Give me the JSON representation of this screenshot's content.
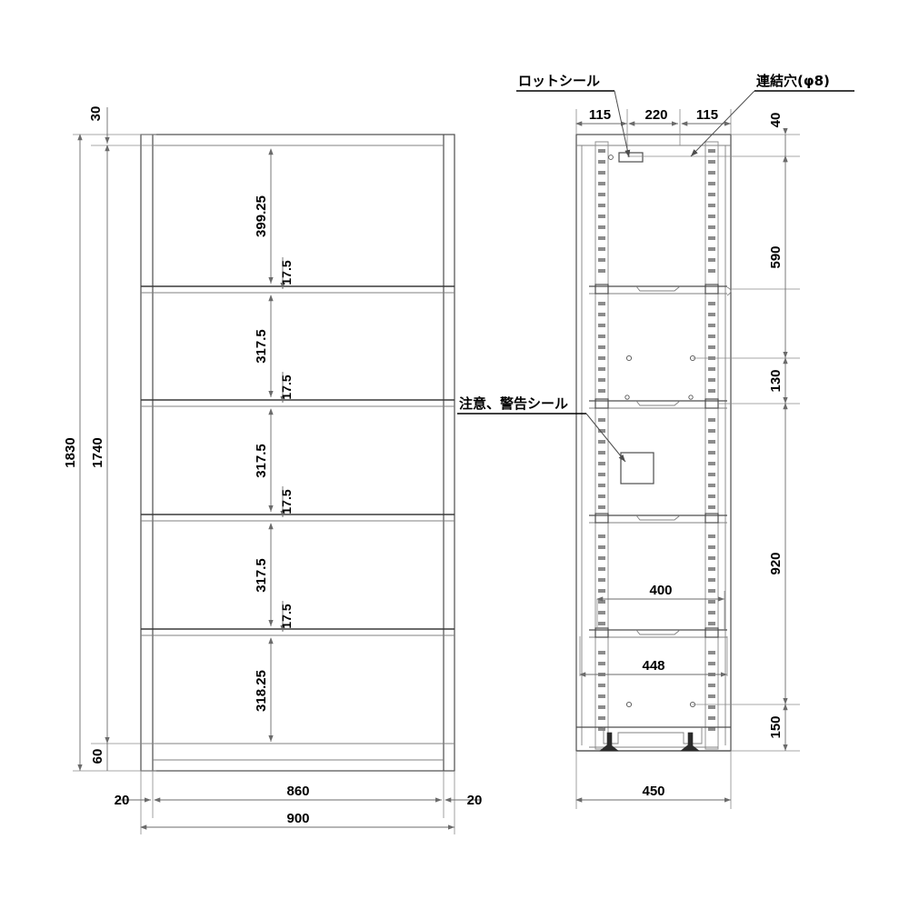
{
  "drawing": {
    "title": "Steel Shelf Unit Technical Drawing",
    "views": {
      "front": {
        "name": "front-elevation"
      },
      "side": {
        "name": "side-elevation"
      }
    }
  },
  "front_view": {
    "vertical_dims": [
      {
        "id": "top-gap",
        "value": "30"
      },
      {
        "id": "overall-height",
        "value": "1830"
      },
      {
        "id": "frame-height",
        "value": "1740"
      },
      {
        "id": "bay-1",
        "value": "399.25"
      },
      {
        "id": "shelf-thk-1",
        "value": "17.5"
      },
      {
        "id": "bay-2",
        "value": "317.5"
      },
      {
        "id": "shelf-thk-2",
        "value": "17.5"
      },
      {
        "id": "bay-3",
        "value": "317.5"
      },
      {
        "id": "shelf-thk-3",
        "value": "17.5"
      },
      {
        "id": "bay-4",
        "value": "317.5"
      },
      {
        "id": "shelf-thk-4",
        "value": "17.5"
      },
      {
        "id": "bay-5",
        "value": "318.25"
      },
      {
        "id": "bottom-gap",
        "value": "60"
      }
    ],
    "horizontal_dims": [
      {
        "id": "left-post",
        "value": "20"
      },
      {
        "id": "inner-width",
        "value": "860"
      },
      {
        "id": "right-post",
        "value": "20"
      },
      {
        "id": "overall-width",
        "value": "900"
      }
    ]
  },
  "side_view": {
    "top_dims": [
      {
        "id": "left-offset",
        "value": "115"
      },
      {
        "id": "center-span",
        "value": "220"
      },
      {
        "id": "right-offset",
        "value": "115"
      }
    ],
    "right_dims": [
      {
        "id": "top-to-hole",
        "value": "40"
      },
      {
        "id": "upper-bay",
        "value": "590"
      },
      {
        "id": "mid-bay",
        "value": "130"
      },
      {
        "id": "lower-bay",
        "value": "920"
      },
      {
        "id": "base-height",
        "value": "150"
      }
    ],
    "inner_dims": [
      {
        "id": "shelf-clear-width",
        "value": "400"
      },
      {
        "id": "shelf-width",
        "value": "448"
      }
    ],
    "depth_dim": {
      "id": "overall-depth",
      "value": "450"
    }
  },
  "annotations": [
    {
      "id": "lot-seal",
      "label": "ロットシール"
    },
    {
      "id": "link-hole",
      "label": "連結穴(φ8)"
    },
    {
      "id": "caution-seal",
      "label": "注意、警告シール"
    }
  ],
  "colors": {
    "line": "#4d4d4d",
    "thin_line": "#808080",
    "dim_line": "#6b6b6b",
    "text": "#000000",
    "background": "#ffffff"
  }
}
